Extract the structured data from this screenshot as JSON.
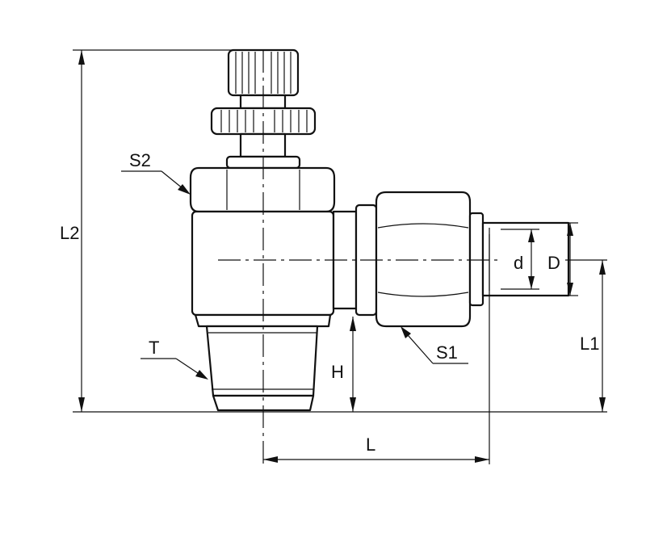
{
  "labels": {
    "s2": "S2",
    "t": "T",
    "s1": "S1",
    "l2": "L2",
    "h": "H",
    "l": "L",
    "l1": "L1",
    "d_small": "d",
    "d_large": "D"
  }
}
